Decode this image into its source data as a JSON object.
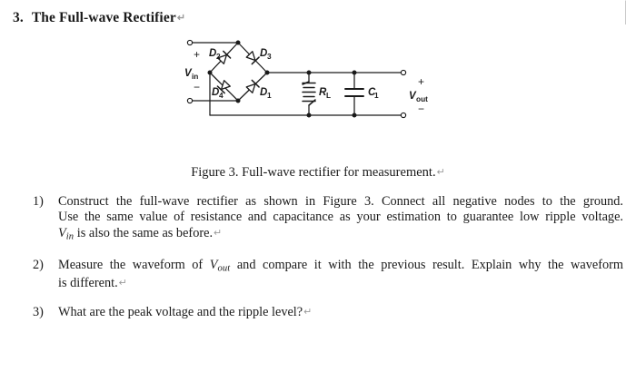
{
  "document": {
    "heading": {
      "number": "3.",
      "title": "The Full-wave Rectifier",
      "pilcrow": "↵"
    },
    "figure": {
      "caption_text": "Figure 3. Full-wave rectifier for measurement.",
      "caption_pilcrow": "↵",
      "circuit": {
        "type": "full-wave-bridge-rectifier",
        "input_label": "V",
        "input_sub": "in",
        "input_plus": "+",
        "input_minus": "−",
        "output_label": "V",
        "output_sub": "out",
        "output_plus": "+",
        "output_minus": "−",
        "diodes": [
          {
            "name": "D",
            "sub": "1"
          },
          {
            "name": "D",
            "sub": "2"
          },
          {
            "name": "D",
            "sub": "3"
          },
          {
            "name": "D",
            "sub": "4"
          }
        ],
        "resistor": {
          "name": "R",
          "sub": "L"
        },
        "capacitor": {
          "name": "C",
          "sub": "1"
        }
      }
    },
    "list": [
      {
        "marker": "1)",
        "lines": [
          "Construct the full-wave rectifier as shown in Figure 3. Connect all negative nodes to the ground.",
          "Use the same value of resistance and capacitance as your estimation to guarantee low ripple voltage.",
          "V_in is also the same as before."
        ],
        "line3_pre": "",
        "line3_var": "V",
        "line3_var_sub": "in",
        "line3_post": " is also the same as before.",
        "pilcrow": "↵"
      },
      {
        "marker": "2)",
        "lines": [
          "Measure the waveform of V_out and compare it with the previous result. Explain why the waveform",
          "is different."
        ],
        "line1_pre": "Measure the waveform of ",
        "line1_var": "V",
        "line1_var_sub": "out",
        "line1_post": " and compare it with the previous result. Explain why the waveform",
        "line2": "is different.",
        "pilcrow": "↵"
      },
      {
        "marker": "3)",
        "lines": [
          "What are the peak voltage and the ripple level?"
        ],
        "line1": "What are the peak voltage and the ripple level?",
        "pilcrow": "↵"
      }
    ]
  },
  "colors": {
    "ink": "#1a1a1a",
    "paper": "#ffffff",
    "pilcrow": "#9a9a9a"
  }
}
